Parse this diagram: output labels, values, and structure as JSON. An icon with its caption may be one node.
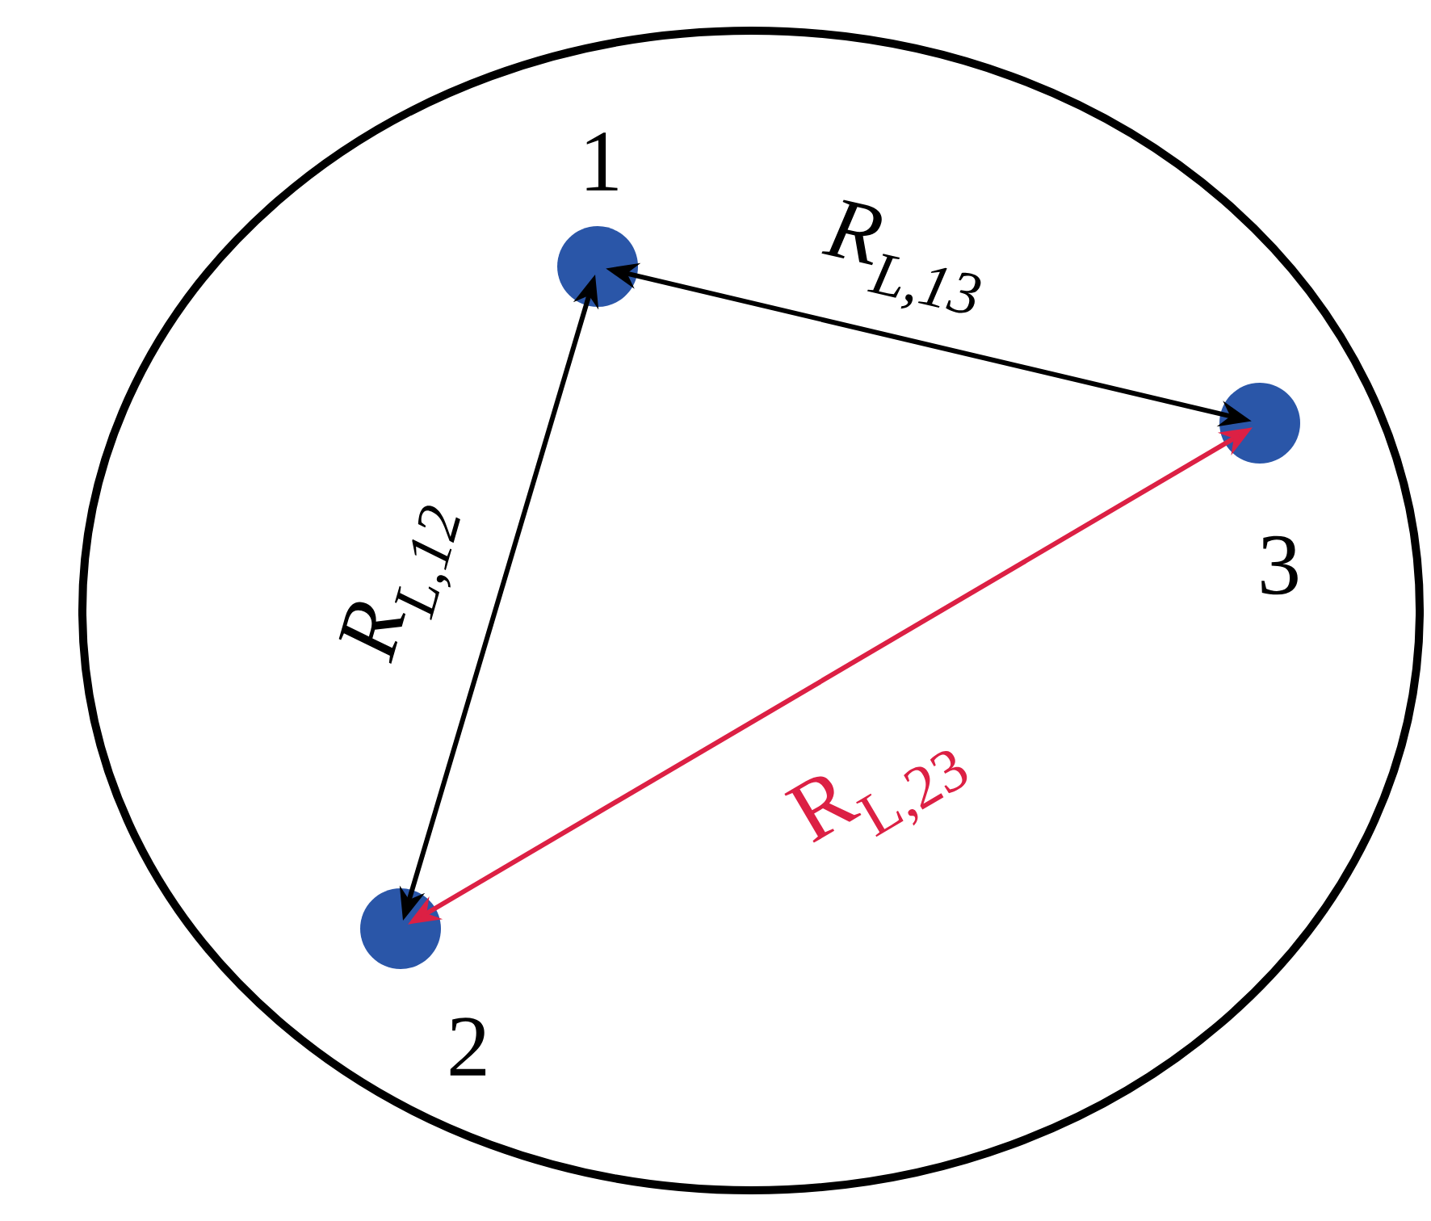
{
  "diagram": {
    "nodes": [
      {
        "text": [],
        "shape": "circle"
      },
      {
        "text": [],
        "shape": "circle",
        "in": 0,
        "beside": [
          "1"
        ]
      },
      {
        "text": [],
        "shape": "circle",
        "in": 0,
        "beside": [
          "2"
        ]
      },
      {
        "text": [],
        "shape": "circle",
        "in": 0,
        "beside": [
          "3"
        ]
      }
    ],
    "edges": [
      {
        "from": 1,
        "to": 3,
        "arrow": "both",
        "label": "R$_{L,13}$"
      },
      {
        "from": 1,
        "to": 2,
        "arrow": "both",
        "label": "R$_{L,12}$"
      },
      {
        "from": 2,
        "to": 3,
        "arrow": "both",
        "label": "R$_{L,23}$",
        "color": "#dc2044"
      }
    ]
  }
}
